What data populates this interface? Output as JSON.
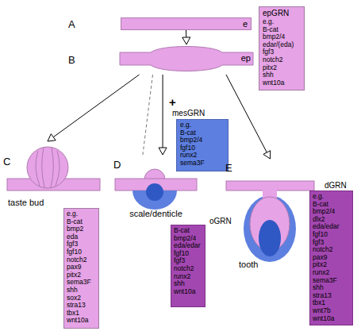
{
  "diagram": {
    "nodes": [
      {
        "text": [
          "e"
        ]
      },
      {
        "text": [
          "epGRN",
          "e.g. B-cat bmp2/4 edar/(eda) fgf3 notch2 pitx2 shh wnt10a"
        ]
      },
      {
        "text": [
          "ep"
        ]
      },
      {
        "text": [
          "mesGRN",
          "e.g. B-cat bmp2/4 fgf10 runx2 sema3F"
        ]
      },
      {
        "text": [
          "taste bud"
        ]
      },
      {
        "text": [
          "e.g. B-cat bmp2 eda fgf3 fgf10 notch2 pax9 pitx2 sema3F shh sox2 stra13 tbx1 wnt10a"
        ]
      },
      {
        "text": [
          "scale/denticle"
        ]
      },
      {
        "text": [
          "oGRN",
          "B-cat bmp2/4 eda/edar fgf10 fgf3 notch2 runx2 shh wnt10a"
        ]
      },
      {
        "text": [
          "tooth"
        ]
      },
      {
        "text": [
          "dGRN",
          "e.g. B-cat bmp2/4 dlx2 eda/edar fgf10 fgf3 notch2 pax9 pitx2 runx2 sema3F shh stra13 tbx1 wnt7b wnt10a"
        ]
      }
    ],
    "edges": [
      {
        "from": 0,
        "to": 2,
        "arrow": "to"
      },
      {
        "from": 2,
        "to": 4,
        "arrow": "to"
      },
      {
        "from": 2,
        "to": 6,
        "arrow": "none"
      },
      {
        "from": 2,
        "to": 6,
        "arrow": "to"
      },
      {
        "from": 2,
        "to": 8,
        "arrow": "to"
      }
    ],
    "labels": [
      "A",
      "B",
      "C",
      "D",
      "E",
      "+"
    ]
  }
}
